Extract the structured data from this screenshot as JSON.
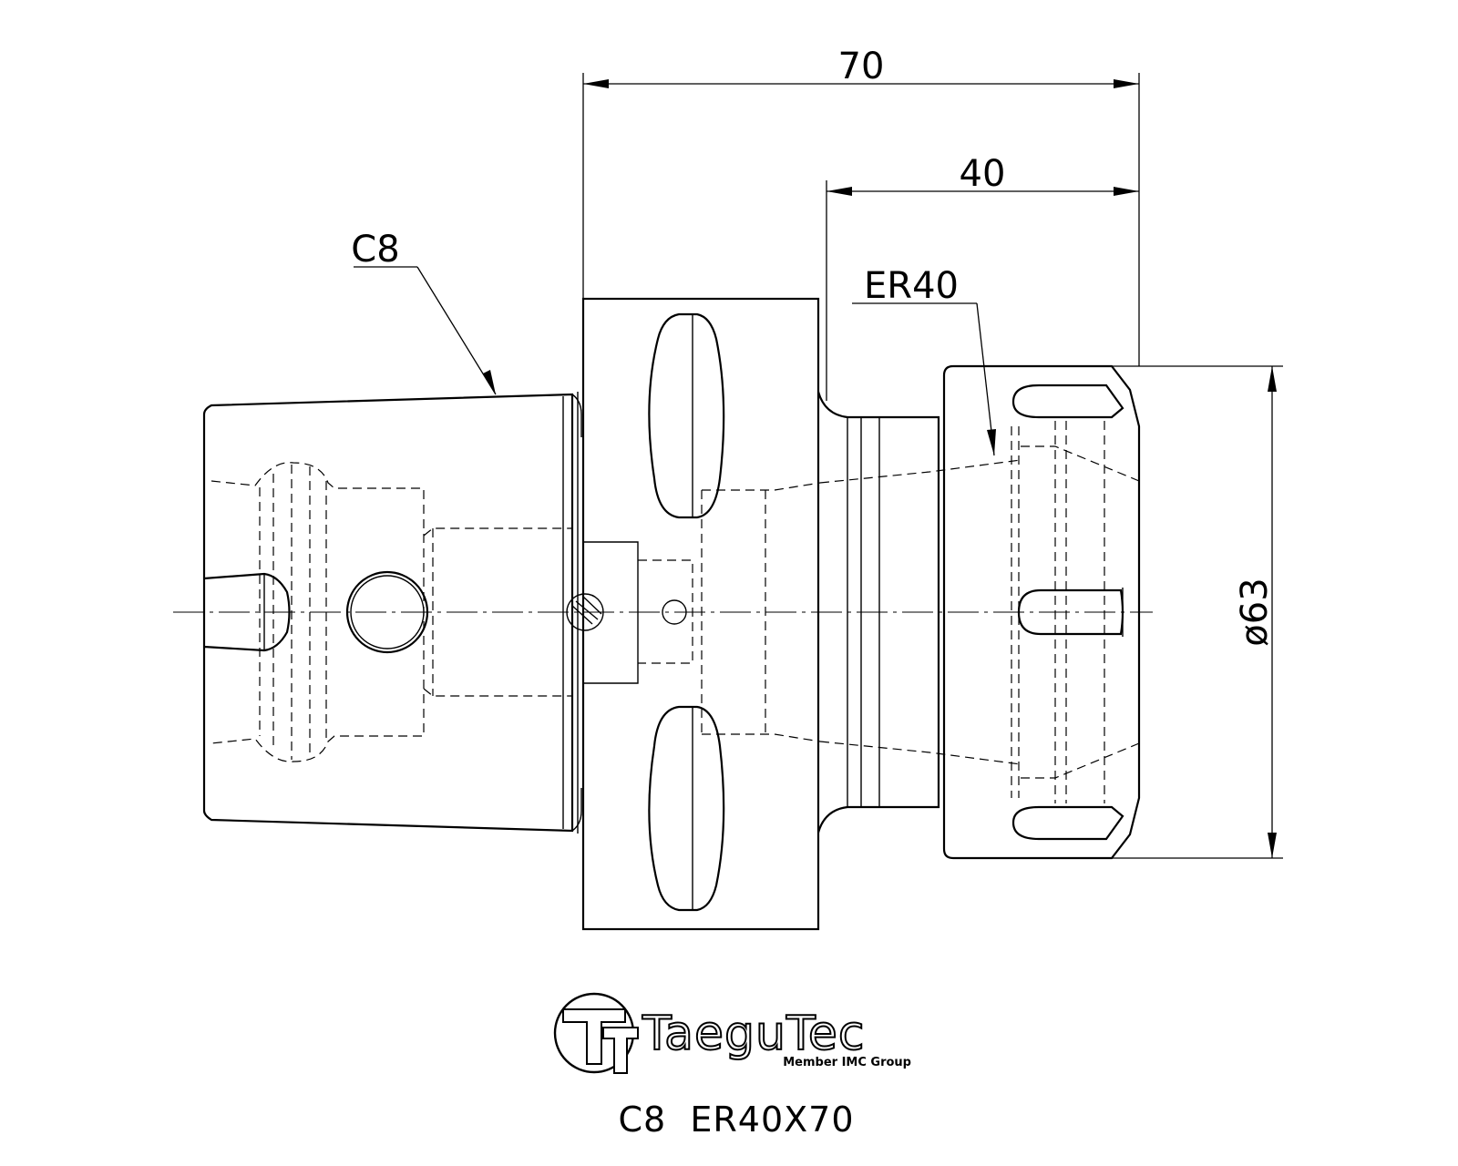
{
  "dimensions": {
    "overall_length": "70",
    "collet_length": "40",
    "diameter": "ø63"
  },
  "labels": {
    "shank": "C8",
    "collet": "ER40"
  },
  "logo": {
    "name": "TaeguTec",
    "tagline": "Member IMC Group"
  },
  "caption": "C8  ER40X70"
}
